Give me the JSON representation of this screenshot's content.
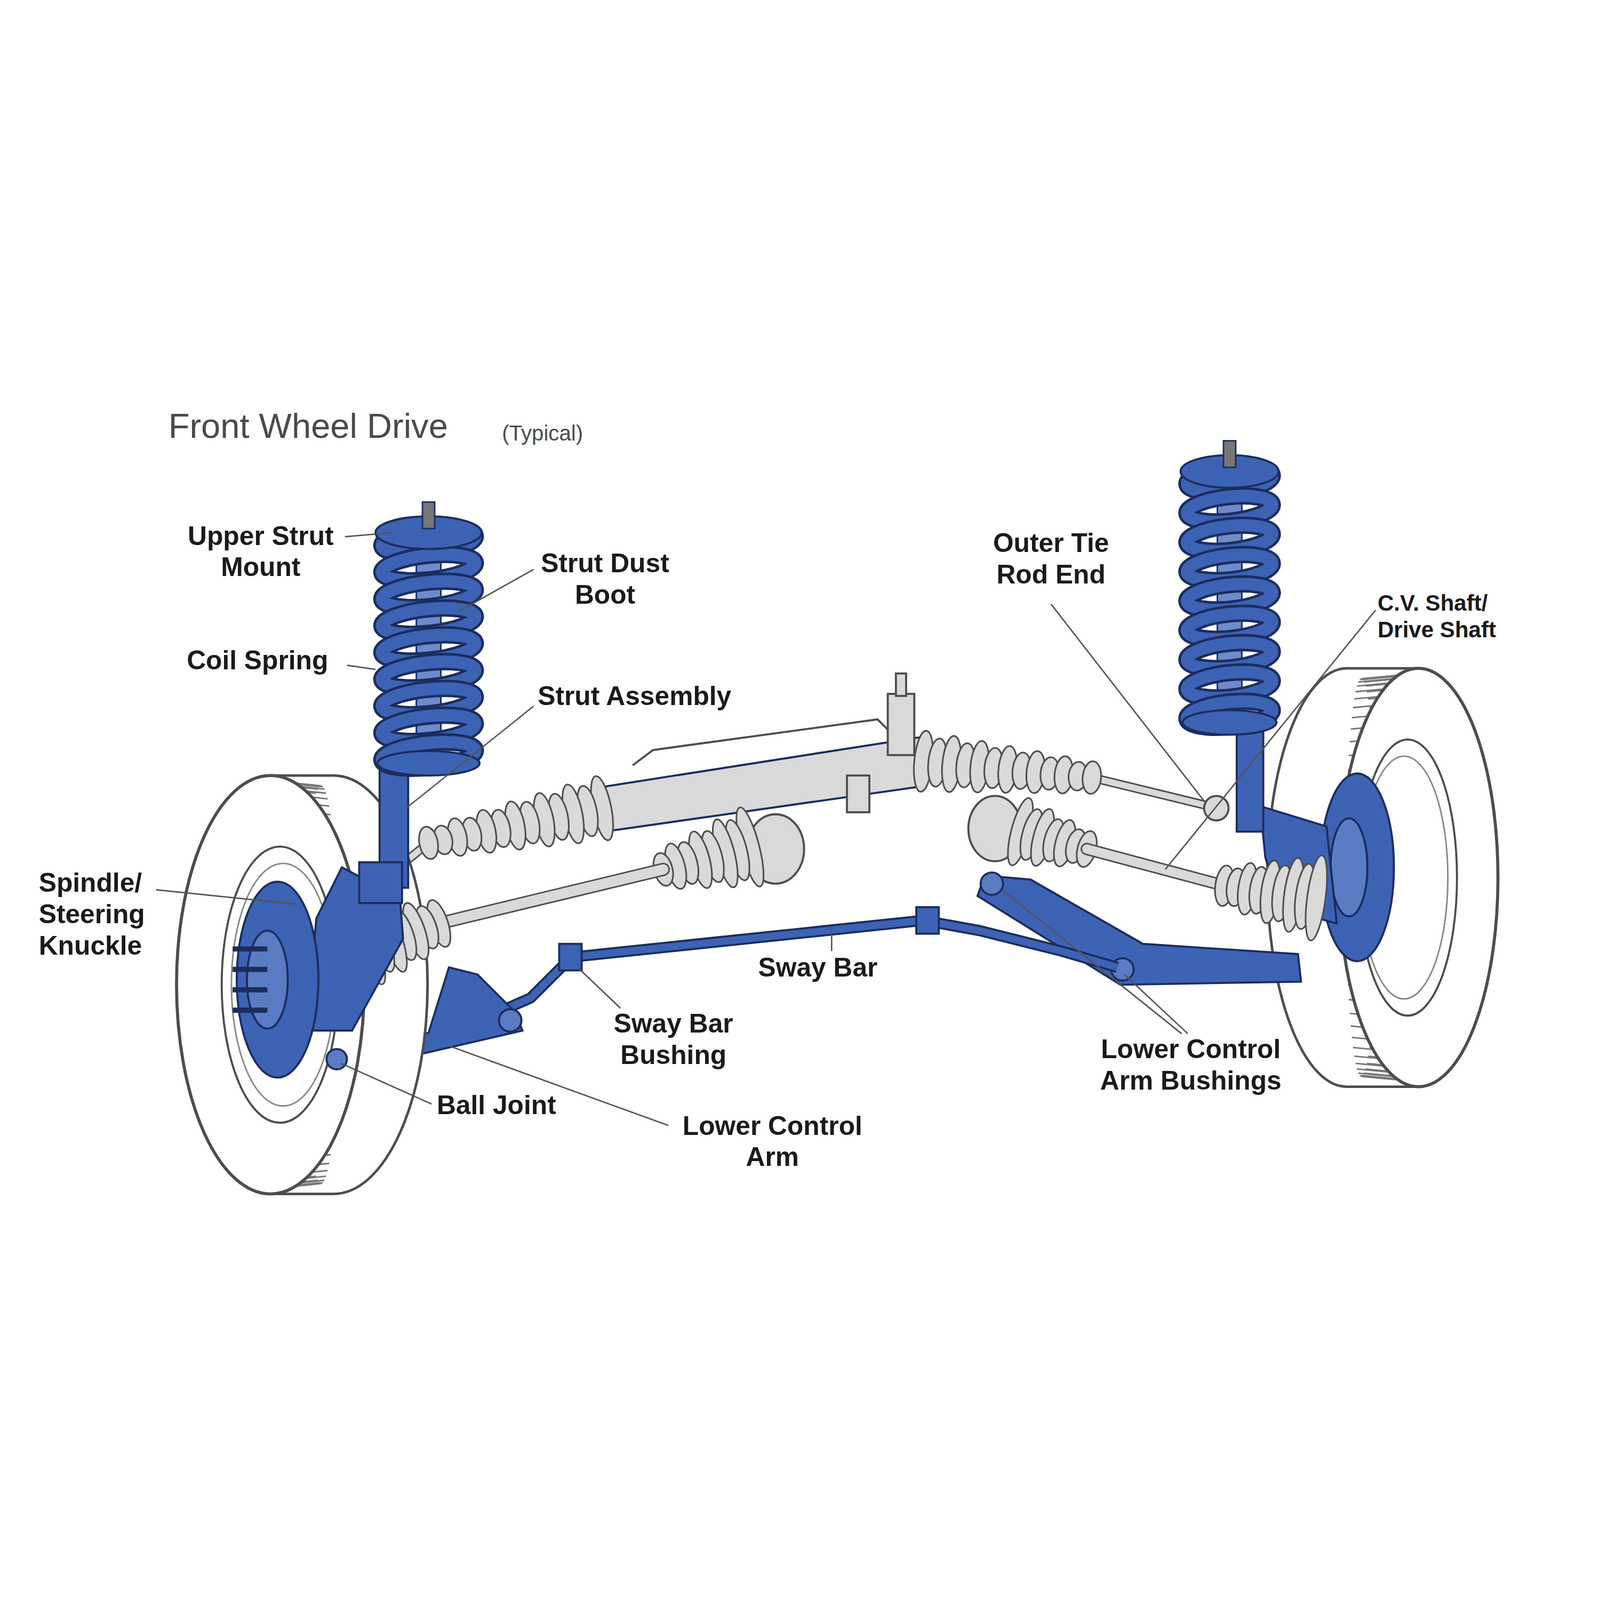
{
  "diagram": {
    "title": "Front Wheel Drive",
    "labels": [
      "(Typical)",
      "Upper Strut Mount",
      "Strut Dust Boot",
      "Coil Spring",
      "Strut Assembly",
      "Spindle/ Steering Knuckle",
      "Outer Tie Rod End",
      "C.V. Shaft/ Drive Shaft",
      "Sway Bar",
      "Sway Bar Bushing",
      "Lower Control Arm Bushings",
      "Ball Joint",
      "Lower Control Arm"
    ]
  }
}
